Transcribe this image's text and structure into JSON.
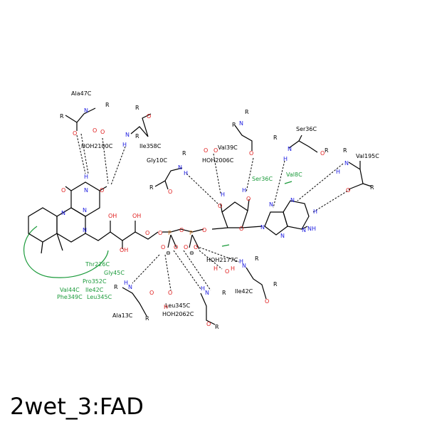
{
  "title": "2wet_3:FAD",
  "residues": [
    {
      "text": "Ala47C"
    },
    {
      "text": "HOH2100C"
    },
    {
      "text": "Ile358C"
    },
    {
      "text": "Gly10C"
    },
    {
      "text": "Val39C"
    },
    {
      "text": "HOH2006C"
    },
    {
      "text": "Ser36C"
    },
    {
      "text": "Val195C"
    },
    {
      "text": "HOH2177C"
    },
    {
      "text": "Ile42C"
    },
    {
      "text": "Leu345C"
    },
    {
      "text": "HOH2062C"
    },
    {
      "text": "Ala13C"
    }
  ],
  "hydrophobic_contacts": [
    {
      "text": "Thr226C"
    },
    {
      "text": "Gly45C"
    },
    {
      "text": "Pro352C"
    },
    {
      "text": "Val44C"
    },
    {
      "text": "Ile42C"
    },
    {
      "text": "Phe349C"
    },
    {
      "text": "Leu345C"
    },
    {
      "text": "Ser36C"
    },
    {
      "text": "Val8C"
    }
  ],
  "atoms": [
    {
      "text": "N",
      "color": "#1d1de0"
    },
    {
      "text": "O",
      "color": "#e01d1d"
    },
    {
      "text": "H",
      "color": "#1d1de0"
    },
    {
      "text": "P",
      "color": "#d08030"
    },
    {
      "text": "NH",
      "color": "#1d1de0"
    },
    {
      "text": "OH",
      "color": "#e01d1d"
    }
  ],
  "generic_group": "R",
  "charge": "⊖"
}
